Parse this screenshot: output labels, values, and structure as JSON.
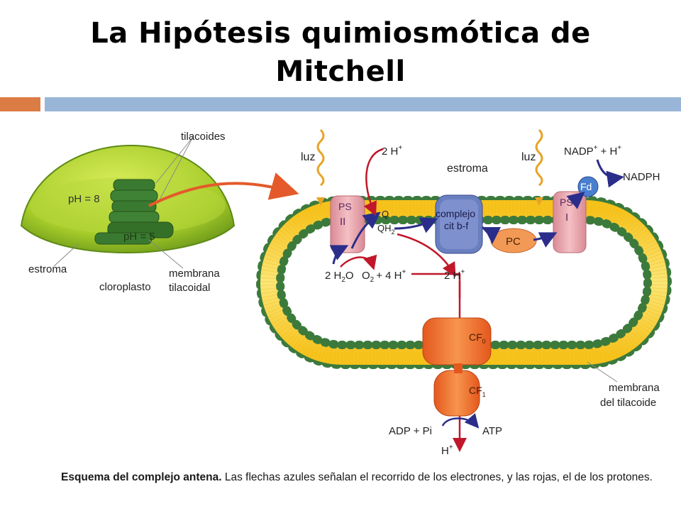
{
  "slide": {
    "title_line1": "La Hipótesis quimiosmótica de",
    "title_line2": "Mitchell"
  },
  "diagram": {
    "chloroplast": {
      "tilacoides": "tilacoides",
      "ph_high": "pH = 8",
      "ph_low": "pH = 5",
      "estroma": "estroma",
      "cloroplasto": "cloroplasto",
      "membrana_1": "membrana",
      "membrana_2": "tilacoidal"
    },
    "thylakoid": {
      "luz_left": "luz",
      "luz_right": "luz",
      "two_h_top": "2 H",
      "estroma": "estroma",
      "nadp": "NADP",
      "plus_h": "+ H",
      "nadph": "NADPH",
      "ps2_a": "PS",
      "ps2_b": "II",
      "q": "Q",
      "qh2": "QH",
      "complejo_a": "complejo",
      "complejo_b": "cit b-f",
      "pc": "PC",
      "ps1_a": "PS",
      "ps1_b": "I",
      "fd": "Fd",
      "h2o": "2 H",
      "h2o_o": "O",
      "o2": "O",
      "four_h": "+ 4 H",
      "two_h_bottom": "2 H",
      "cf0": "CF",
      "cf1": "CF",
      "adp": "ADP + Pi",
      "atp": "ATP",
      "h_bottom": "H",
      "membrana_1": "membrana",
      "membrana_2": "del tilacoide",
      "sup_plus": "+",
      "sub_2": "2",
      "sub_0": "0",
      "sub_1": "1"
    },
    "colors": {
      "membrane_yellow": "#f7d52a",
      "bead_green": "#3c7a3c",
      "ps_pink": "#e8a0a8",
      "complex_blue": "#6a7fc0",
      "pc_orange": "#f29a55",
      "atp_orange": "#f07a35",
      "electron_arrow": "#2a2e8a",
      "proton_arrow": "#c0182a"
    }
  },
  "caption": {
    "bold": "Esquema del complejo antena.",
    "rest": " Las flechas azules señalan el recorrido de los electrones, y las rojas, el de los protones."
  }
}
